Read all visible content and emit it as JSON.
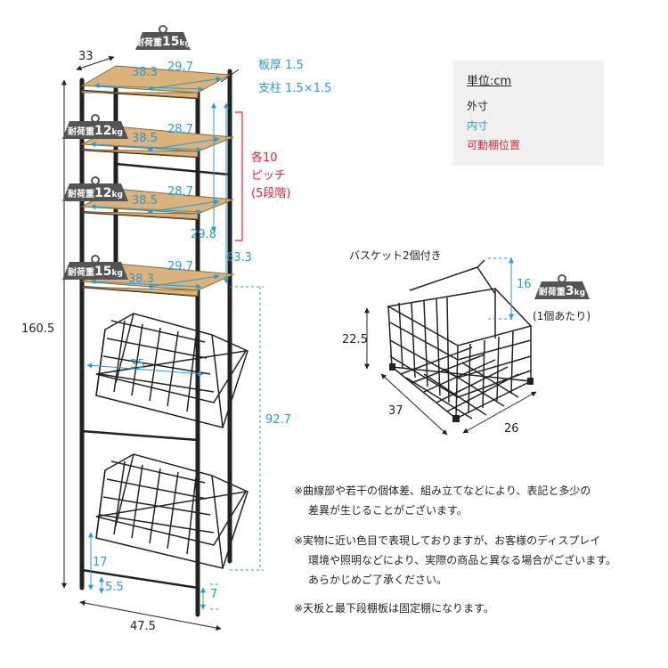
{
  "legend": {
    "title": "単位:cm",
    "outer": "外寸",
    "inner": "内寸",
    "movable": "可動棚位置",
    "colors": {
      "outer": "#222222",
      "inner": "#2a9bd3",
      "movable": "#e4243b"
    }
  },
  "weights": {
    "top": {
      "prefix": "耐荷重",
      "value": "15",
      "unit": "kg"
    },
    "shelf2": {
      "prefix": "耐荷重",
      "value": "12",
      "unit": "kg"
    },
    "shelf3": {
      "prefix": "耐荷重",
      "value": "12",
      "unit": "kg"
    },
    "shelf4": {
      "prefix": "耐荷重",
      "value": "15",
      "unit": "kg"
    },
    "basket": {
      "prefix": "耐荷重",
      "value": "3",
      "unit": "kg"
    }
  },
  "dimensions": {
    "depth_outer": "33",
    "top_width": "38.3",
    "top_depth": "29.7",
    "board_thickness": "板厚 1.5",
    "post": "支柱 1.5×1.5",
    "shelf2_width": "38.5",
    "shelf2_depth": "28.7",
    "shelf3_width": "38.5",
    "shelf3_depth": "28.7",
    "shelf4_width": "38.3",
    "shelf4_depth": "29.7",
    "pitch_line1": "各10",
    "pitch_line2": "ピッチ",
    "pitch_line3": "(5段階)",
    "upper_height": "29.8",
    "upper_outer": "63.3",
    "total_height": "160.5",
    "basket_inner": "35",
    "lower_height": "92.7",
    "bottom_17": "17",
    "bottom_5_5": "5.5",
    "bottom_7": "7",
    "width_outer": "47.5"
  },
  "basket": {
    "title": "バスケット2個付き",
    "handle_height": "16",
    "height": "22.5",
    "depth": "37",
    "width": "26",
    "note": "(1個あたり)"
  },
  "notes": [
    [
      "※曲線部や若干の個体差、組み立てなどにより、表記と多少の",
      "差異が生じることがございます。"
    ],
    [
      "※実物に近い色目で表現しておりますが、お客様のディスプレイ",
      "環境や照明などにより、実際の商品と異なる場合がございます。",
      "あらかじめご了承ください。"
    ],
    [
      "※天板と最下段棚板は固定棚になります。"
    ]
  ]
}
